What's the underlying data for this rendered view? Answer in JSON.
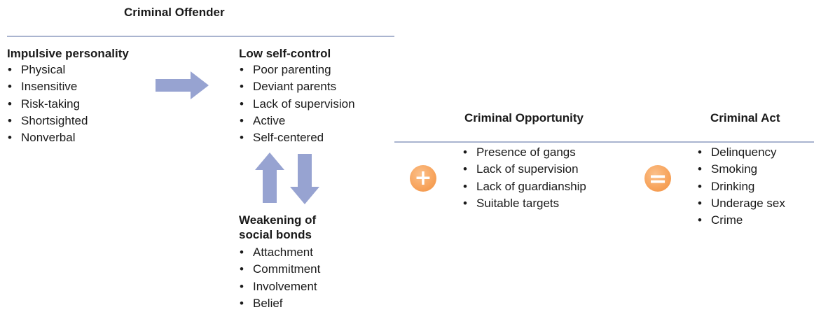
{
  "offender": {
    "title": "Criminal Offender",
    "impulsive": {
      "heading": "Impulsive personality",
      "items": [
        "Physical",
        "Insensitive",
        "Risk-taking",
        "Shortsighted",
        "Nonverbal"
      ]
    },
    "self_control": {
      "heading": "Low self-control",
      "items": [
        "Poor parenting",
        "Deviant parents",
        "Lack of supervision",
        "Active",
        "Self-centered"
      ]
    },
    "social_bonds": {
      "heading_line1": "Weakening of",
      "heading_line2": "social bonds",
      "items": [
        "Attachment",
        "Commitment",
        "Involvement",
        "Belief"
      ]
    }
  },
  "opportunity": {
    "title": "Criminal Opportunity",
    "items": [
      "Presence of gangs",
      "Lack of supervision",
      "Lack of guardianship",
      "Suitable targets"
    ]
  },
  "act": {
    "title": "Criminal Act",
    "items": [
      "Delinquency",
      "Smoking",
      "Drinking",
      "Underage sex",
      "Crime"
    ]
  },
  "operators": {
    "plus": "+",
    "equals": "="
  },
  "colors": {
    "arrow": "#97a3d1",
    "rule": "#a9b4cf",
    "operator_circle": "#f7a35b",
    "text": "#1a1a1a"
  },
  "icons": {
    "right_arrow": "arrow-right-icon",
    "up_arrow": "arrow-up-icon",
    "down_arrow": "arrow-down-icon"
  }
}
